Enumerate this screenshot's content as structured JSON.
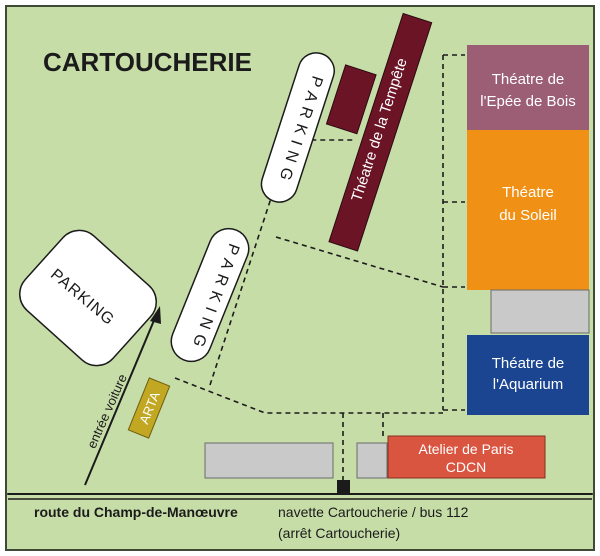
{
  "title": "CARTOUCHERIE",
  "parkings": {
    "big": "PARKING",
    "vertical_1": "P A R K I N G",
    "vertical_2": "P A R K I N G"
  },
  "buildings": {
    "tempete": "Théatre de la Tempête",
    "epee_line1": "Théatre de",
    "epee_line2": "l'Epée de Bois",
    "soleil_line1": "Théatre",
    "soleil_line2": "du Soleil",
    "aquarium_line1": "Théatre de",
    "aquarium_line2": "l'Aquarium",
    "atelier_line1": "Atelier de Paris",
    "atelier_line2": "CDCN",
    "arta": "ARTA"
  },
  "entrance": "entrée voiture",
  "road": "route du Champ-de-Manœuvre",
  "bus_line1": "navette Cartoucherie / bus 112",
  "bus_line2": "(arrêt Cartoucherie)",
  "colors": {
    "background": "#c7dda8",
    "border": "#3f4a36",
    "tempete": "#6a1426",
    "epee": "#9b5e74",
    "soleil": "#f09014",
    "aquarium": "#1b4591",
    "atelier": "#d9553f",
    "arta": "#c2a722",
    "annex": "#c9c9c9"
  }
}
